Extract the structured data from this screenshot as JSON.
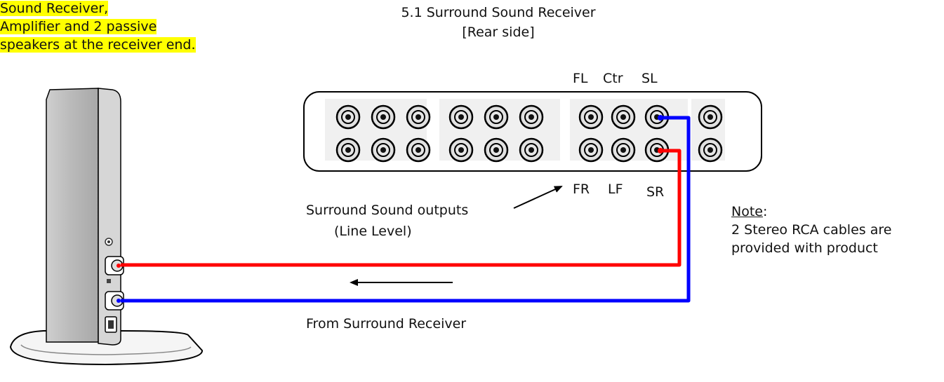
{
  "highlight_lines": [
    "Sound Receiver,",
    "Amplifier and 2 passive",
    "speakers at the receiver end."
  ],
  "receiver_title": {
    "line1": "5.1 Surround Sound Receiver",
    "line2": "[Rear side]"
  },
  "channel_labels_top": [
    "FL",
    "Ctr",
    "SL"
  ],
  "channel_labels_bottom": [
    "FR",
    "LF",
    "SR"
  ],
  "outputs_label": {
    "line1": "Surround Sound outputs",
    "line2": "(Line Level)"
  },
  "note": {
    "title": "Note",
    "colon": ":",
    "line1": "2 Stereo RCA cables are",
    "line2": "provided with product"
  },
  "flow_caption": "From Surround Receiver",
  "colors": {
    "red_cable": "#ff0000",
    "blue_cable": "#0000ff",
    "highlight": "#ffff00",
    "panel_fill": "#f0f0f0"
  }
}
